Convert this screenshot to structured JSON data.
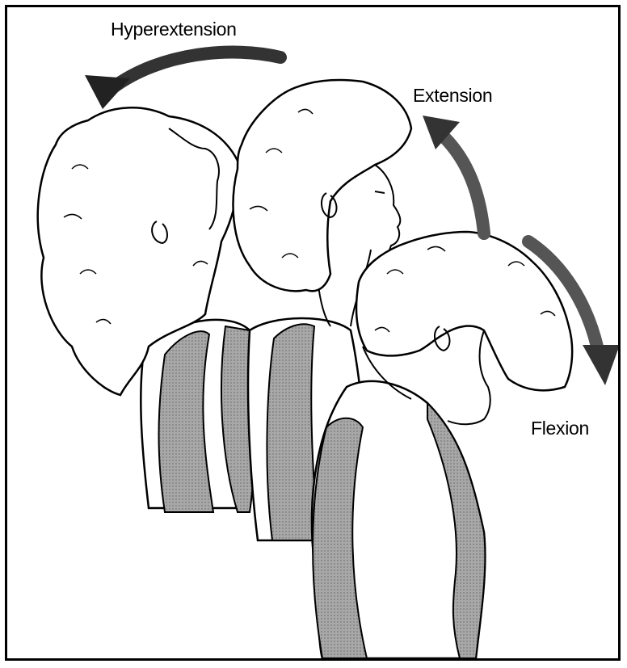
{
  "diagram": {
    "labels": {
      "hyperextension": "Hyperextension",
      "extension": "Extension",
      "flexion": "Flexion"
    },
    "figures": [
      {
        "pose": "hyperextension"
      },
      {
        "pose": "extension"
      },
      {
        "pose": "flexion"
      }
    ],
    "colors": {
      "outline": "#000000",
      "shirt": "#9a9a9a",
      "arrow": "#4a4a4a",
      "background": "#ffffff"
    }
  }
}
